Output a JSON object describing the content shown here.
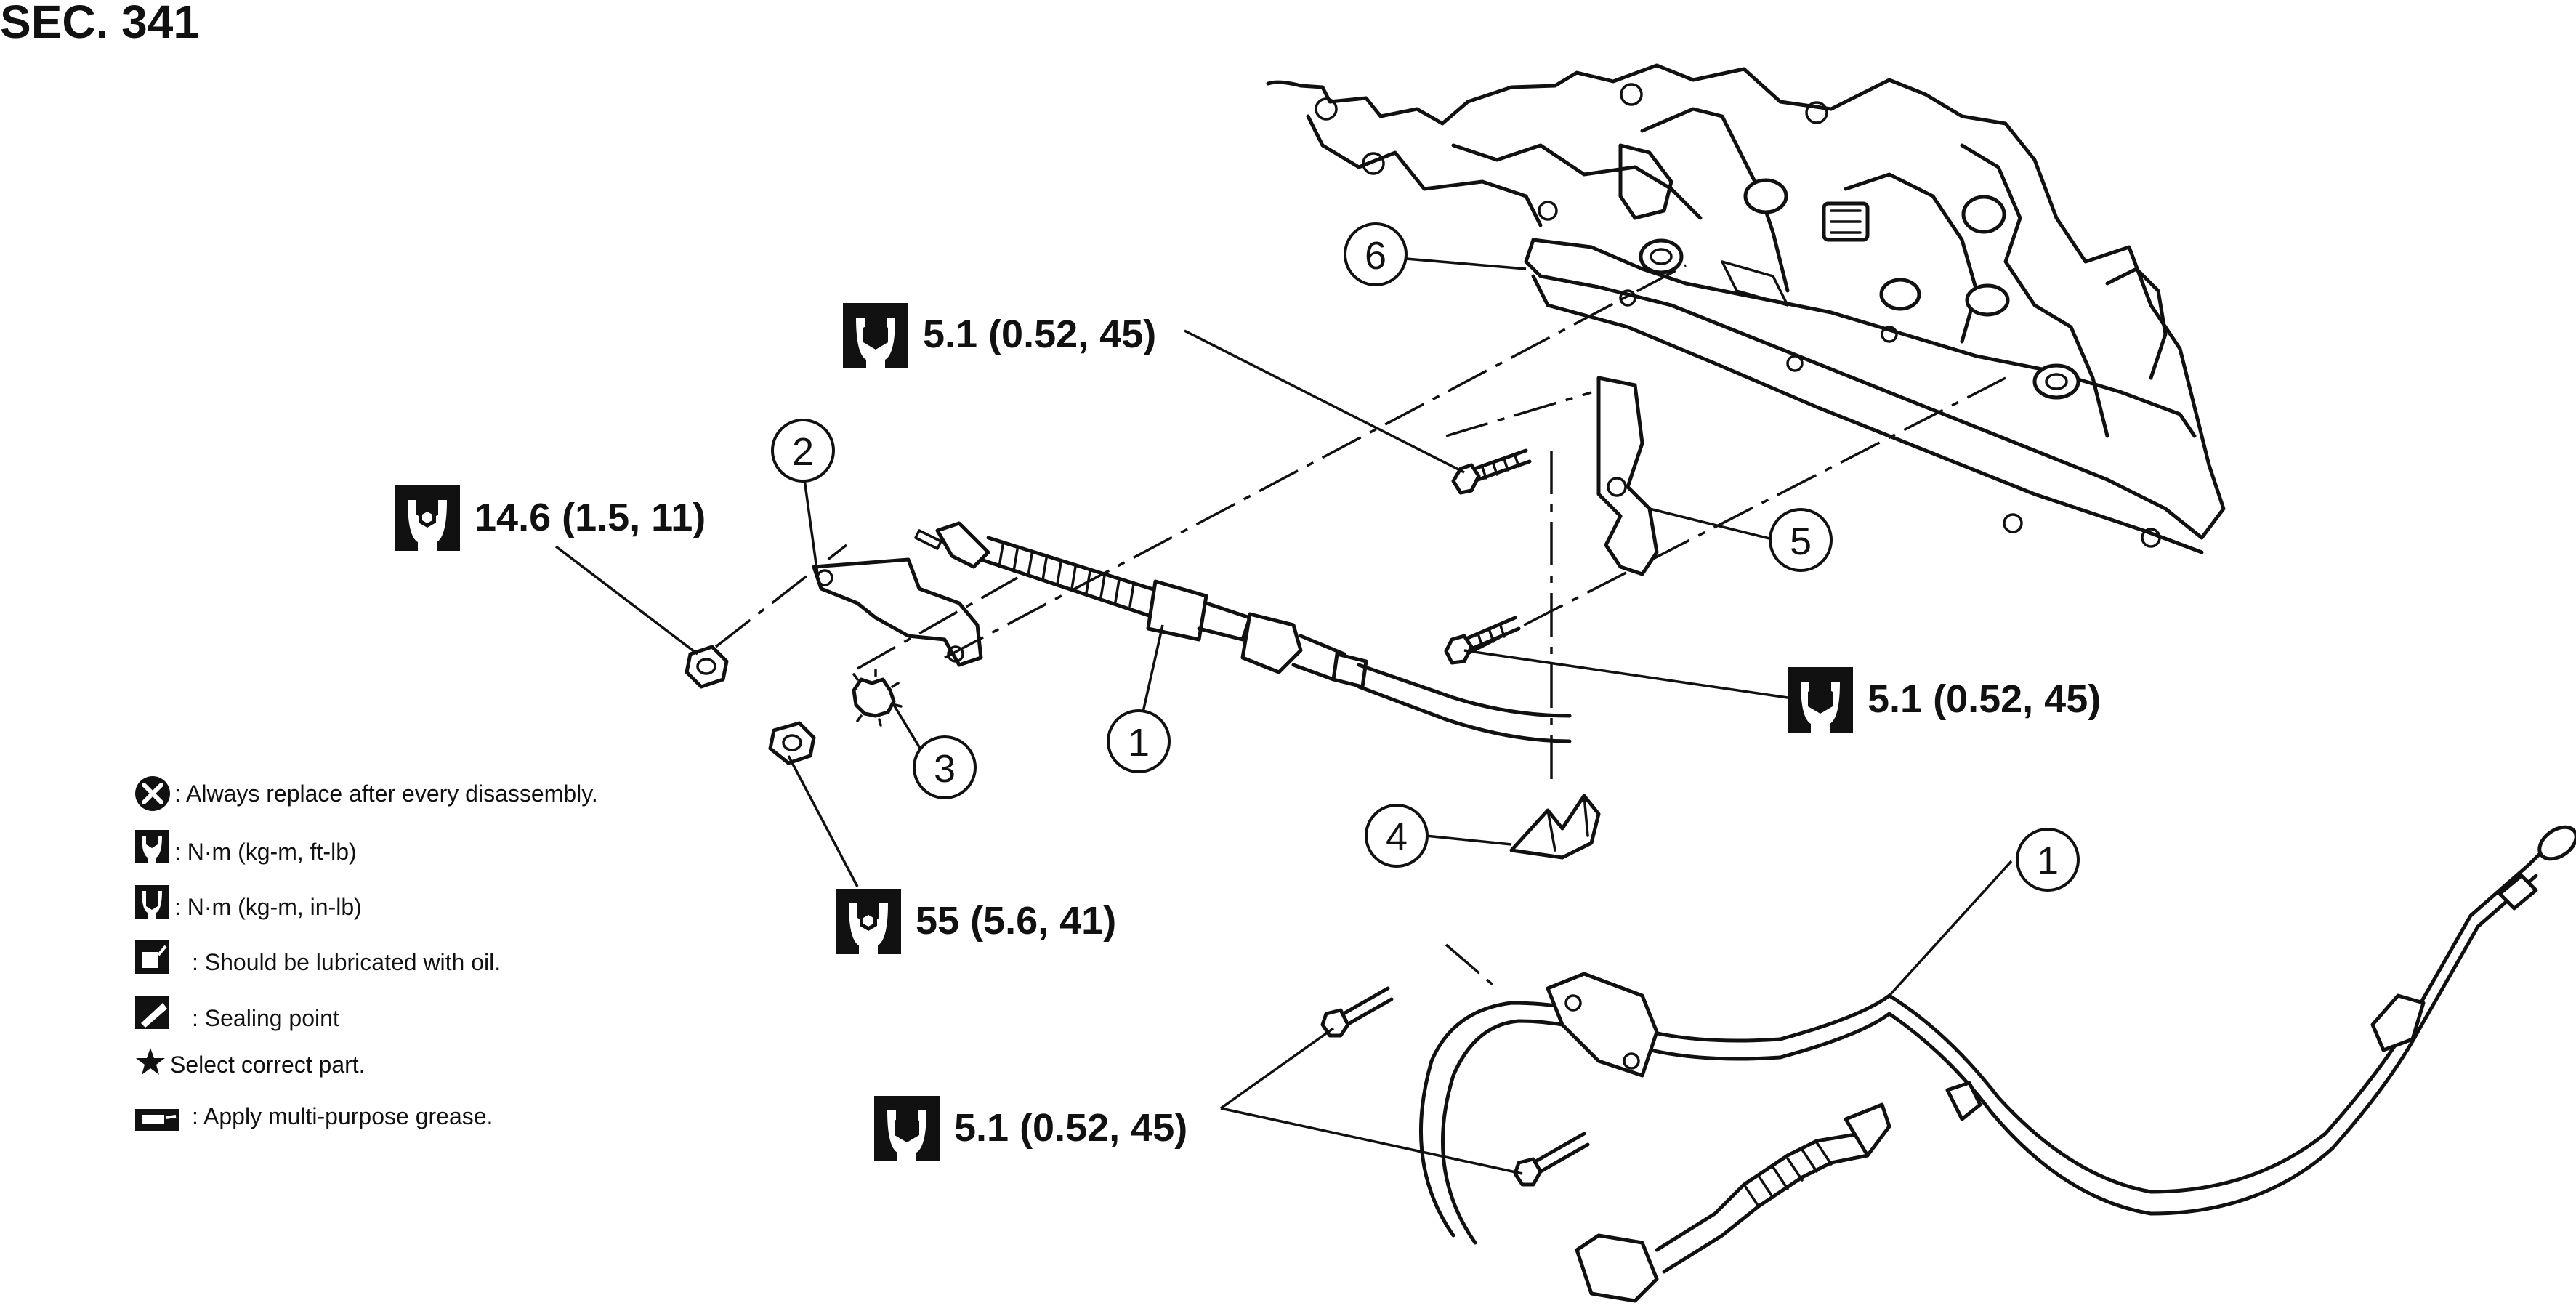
{
  "section_title": "SEC. 341",
  "callouts": [
    "1",
    "2",
    "3",
    "4",
    "5",
    "6",
    "1"
  ],
  "torque_specs": {
    "spec_top_center": "5.1 (0.52, 45)",
    "spec_left": "14.6 (1.5, 11)",
    "spec_right": "5.1 (0.52, 45)",
    "spec_nut": "55 (5.6, 41)",
    "spec_bottom": "5.1 (0.52, 45)"
  },
  "legend": [
    {
      "icon": "replace-icon",
      "text": ": Always replace after every disassembly."
    },
    {
      "icon": "torque-ftlb-icon",
      "text": ": N·m (kg-m, ft-lb)"
    },
    {
      "icon": "torque-inlb-icon",
      "text": ": N·m (kg-m, in-lb)"
    },
    {
      "icon": "oil-can-icon",
      "text": ": Should be lubricated with oil."
    },
    {
      "icon": "sealing-icon",
      "text": ": Sealing point"
    },
    {
      "icon": "star-icon",
      "text": "Select correct part."
    },
    {
      "icon": "grease-icon",
      "text": ": Apply multi-purpose grease."
    }
  ],
  "colors": {
    "ink": "#111111",
    "background": "#ffffff"
  }
}
